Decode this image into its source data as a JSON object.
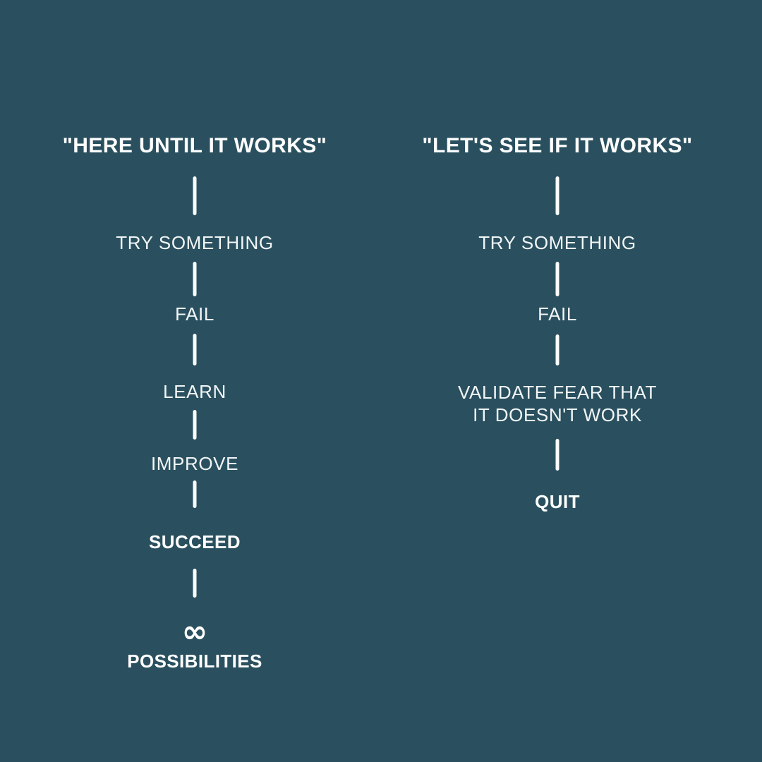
{
  "canvas": {
    "background_color": "#2A505F",
    "text_color": "#FFFFFF",
    "connector_color": "#FBFDFD"
  },
  "left_column": {
    "title": "\"HERE UNTIL IT WORKS\"",
    "steps": {
      "try": "TRY SOMETHING",
      "fail": "FAIL",
      "learn": "LEARN",
      "improve": "IMPROVE",
      "succeed": "SUCCEED",
      "infinity_symbol": "∞",
      "possibilities": "POSSIBILITIES"
    }
  },
  "right_column": {
    "title": "\"LET'S SEE IF IT WORKS\"",
    "steps": {
      "try": "TRY SOMETHING",
      "fail": "FAIL",
      "validate": "VALIDATE FEAR THAT IT DOESN'T WORK",
      "quit": "QUIT"
    }
  }
}
